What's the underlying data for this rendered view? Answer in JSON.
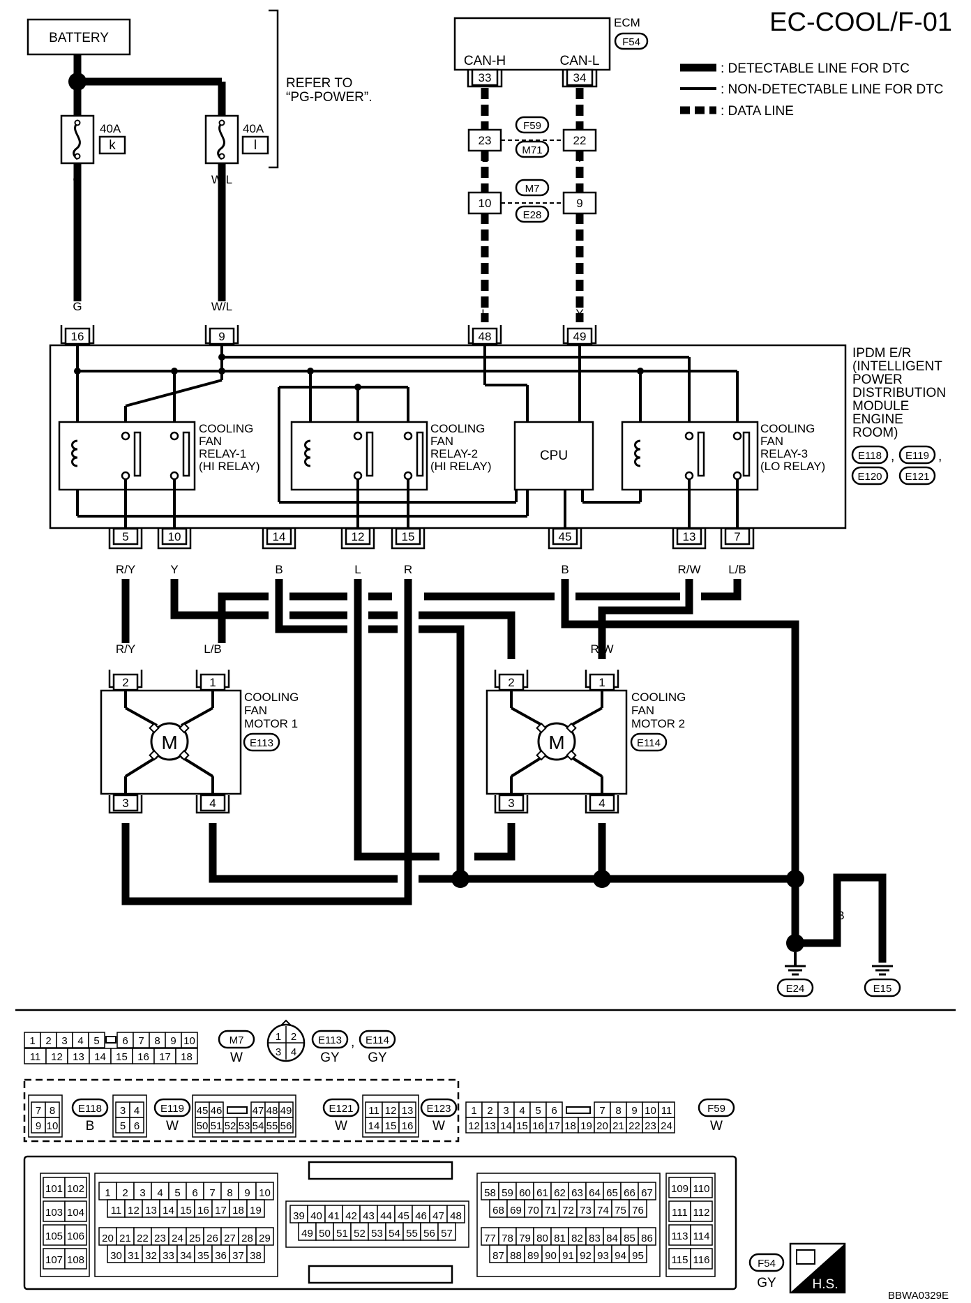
{
  "title": "EC-COOL/F-01",
  "legend": {
    "detectable": ": DETECTABLE LINE FOR DTC",
    "non_detectable": ": NON-DETECTABLE LINE FOR DTC",
    "data_line": ": DATA LINE"
  },
  "battery": {
    "label": "BATTERY",
    "refer_line1": "REFER TO",
    "refer_line2": "“PG-POWER”.",
    "fuse1_rating": "40A",
    "fuse1_id": "k",
    "fuse2_rating": "40A",
    "fuse2_id": "l"
  },
  "ecm": {
    "label": "ECM",
    "connector": "F54",
    "can_h": "CAN-H",
    "can_l": "CAN-L",
    "pin_h": "33",
    "pin_l": "34"
  },
  "joints": [
    {
      "pin_a": "23",
      "pin_b": "22",
      "conn_top": "F59",
      "conn_bottom": "M71"
    },
    {
      "pin_a": "10",
      "pin_b": "9",
      "conn_top": "M7",
      "conn_bottom": "E28"
    }
  ],
  "wire_colors": {
    "g": "G",
    "wl": "W/L",
    "l": "L",
    "y": "Y",
    "ry": "R/Y",
    "b": "B",
    "r": "R",
    "rw": "R/W",
    "lb": "L/B"
  },
  "ipdm": {
    "label_lines": [
      "IPDM E/R",
      "(INTELLIGENT",
      "POWER",
      "DISTRIBUTION",
      "MODULE",
      "ENGINE",
      "ROOM)"
    ],
    "connectors": [
      "E118",
      "E119",
      "E120",
      "E121"
    ],
    "cpu": "CPU",
    "relay1": [
      "COOLING",
      "FAN",
      "RELAY-1",
      "(HI RELAY)"
    ],
    "relay2": [
      "COOLING",
      "FAN",
      "RELAY-2",
      "(HI RELAY)"
    ],
    "relay3": [
      "COOLING",
      "FAN",
      "RELAY-3",
      "(LO RELAY)"
    ],
    "top_pins": [
      "16",
      "9",
      "48",
      "49"
    ],
    "bottom_pins": [
      "5",
      "10",
      "14",
      "12",
      "15",
      "45",
      "13",
      "7"
    ]
  },
  "motor1": {
    "lines": [
      "COOLING",
      "FAN",
      "MOTOR 1"
    ],
    "connector": "E113",
    "symbol": "M",
    "pins": [
      "2",
      "1",
      "3",
      "4"
    ]
  },
  "motor2": {
    "lines": [
      "COOLING",
      "FAN",
      "MOTOR 2"
    ],
    "connector": "E114",
    "symbol": "M",
    "pins": [
      "2",
      "1",
      "3",
      "4"
    ]
  },
  "grounds": [
    "E24",
    "E15"
  ],
  "connector_views": {
    "m7": {
      "row1": [
        "1",
        "2",
        "3",
        "4",
        "5",
        "6",
        "7",
        "8",
        "9",
        "10"
      ],
      "row2": [
        "11",
        "12",
        "13",
        "14",
        "15",
        "16",
        "17",
        "18"
      ],
      "id": "M7",
      "color": "W"
    },
    "round": {
      "pins": [
        "1",
        "2",
        "3",
        "4"
      ]
    },
    "e113": {
      "id1": "E113",
      "id2": "E114",
      "color1": "GY",
      "color2": "GY"
    },
    "e118": {
      "row1": [
        "7",
        "8"
      ],
      "row2": [
        "9",
        "10"
      ],
      "id": "E118",
      "color": "B"
    },
    "e119": {
      "row1": [
        "3",
        "4"
      ],
      "row2": [
        "5",
        "6"
      ],
      "id": "E119",
      "color": "W"
    },
    "e120": {
      "row1": [
        "45",
        "46",
        "47",
        "48",
        "49"
      ],
      "row2": [
        "50",
        "51",
        "52",
        "53",
        "54",
        "55",
        "56"
      ],
      "id": "E121",
      "color": "W"
    },
    "e123": {
      "row1": [
        "11",
        "12",
        "13"
      ],
      "row2": [
        "14",
        "15",
        "16"
      ],
      "id": "E123",
      "color": "W"
    },
    "f59": {
      "row1": [
        "1",
        "2",
        "3",
        "4",
        "5",
        "6",
        "7",
        "8",
        "9",
        "10",
        "11"
      ],
      "row2": [
        "12",
        "13",
        "14",
        "15",
        "16",
        "17",
        "18",
        "19",
        "20",
        "21",
        "22",
        "23",
        "24"
      ],
      "id": "F59",
      "color": "W"
    },
    "f54": {
      "id": "F54",
      "color": "GY",
      "a1": [
        "101",
        "102",
        "103",
        "104",
        "105",
        "106",
        "107",
        "108"
      ],
      "b1": [
        "1",
        "2",
        "3",
        "4",
        "5",
        "6",
        "7",
        "8",
        "9",
        "10"
      ],
      "b2": [
        "11",
        "12",
        "13",
        "14",
        "15",
        "16",
        "17",
        "18",
        "19"
      ],
      "b3": [
        "20",
        "21",
        "22",
        "23",
        "24",
        "25",
        "26",
        "27",
        "28",
        "29"
      ],
      "b4": [
        "30",
        "31",
        "32",
        "33",
        "34",
        "35",
        "36",
        "37",
        "38"
      ],
      "c1": [
        "39",
        "40",
        "41",
        "42",
        "43",
        "44",
        "45",
        "46",
        "47",
        "48"
      ],
      "c2": [
        "49",
        "50",
        "51",
        "52",
        "53",
        "54",
        "55",
        "56",
        "57"
      ],
      "d1": [
        "58",
        "59",
        "60",
        "61",
        "62",
        "63",
        "64",
        "65",
        "66",
        "67"
      ],
      "d2": [
        "68",
        "69",
        "70",
        "71",
        "72",
        "73",
        "74",
        "75",
        "76"
      ],
      "d3": [
        "77",
        "78",
        "79",
        "80",
        "81",
        "82",
        "83",
        "84",
        "85",
        "86"
      ],
      "d4": [
        "87",
        "88",
        "89",
        "90",
        "91",
        "92",
        "93",
        "94",
        "95"
      ],
      "e1": [
        "109",
        "110",
        "111",
        "112",
        "113",
        "114",
        "115",
        "116"
      ]
    }
  },
  "hs_badge": "H.S.",
  "code": "BBWA0329E"
}
